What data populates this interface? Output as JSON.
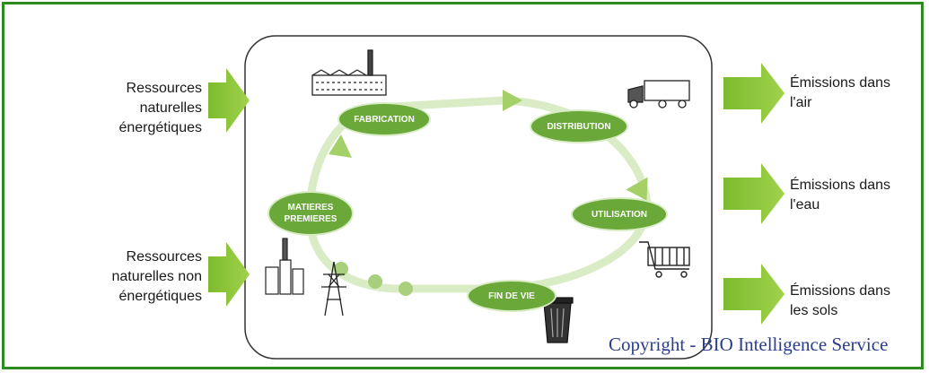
{
  "inputs": {
    "top": [
      "Ressources",
      "naturelles",
      "énergétiques"
    ],
    "bottom": [
      "Ressources",
      "naturelles non",
      "énergétiques"
    ]
  },
  "stages": {
    "fabrication": "FABRICATION",
    "distribution": "DISTRIBUTION",
    "utilisation": "UTILISATION",
    "fin_de_vie": "FIN DE VIE",
    "matieres": [
      "MATIERES",
      "PREMIERES"
    ]
  },
  "outputs": {
    "air": [
      "Émissions dans",
      "l'air"
    ],
    "eau": [
      "Émissions dans",
      "l'eau"
    ],
    "sols": [
      "Émissions dans",
      "les sols"
    ]
  },
  "copyright": "Copyright - BIO Intelligence Service",
  "colors": {
    "frame": "#2e8b1f",
    "arrow": "#8cc63f",
    "oval": "#6aa83a"
  }
}
